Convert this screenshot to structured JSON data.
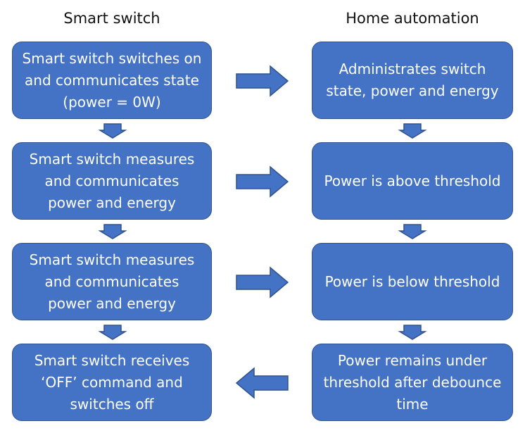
{
  "left_column": {
    "title": "Smart switch",
    "boxes": [
      "Smart switch switches on and communicates state (power = 0W)",
      "Smart switch measures and communicates power and energy",
      "Smart switch measures and communicates power and energy",
      "Smart switch receives ‘OFF’ command and switches off"
    ]
  },
  "right_column": {
    "title": "Home automation",
    "boxes": [
      "Administrates switch state, power and energy",
      "Power is above threshold",
      "Power is below threshold",
      "Power remains under threshold after debounce time"
    ]
  },
  "colors": {
    "box_fill": "#4472c4",
    "box_border": "#2f528f",
    "box_text": "#ffffff"
  }
}
